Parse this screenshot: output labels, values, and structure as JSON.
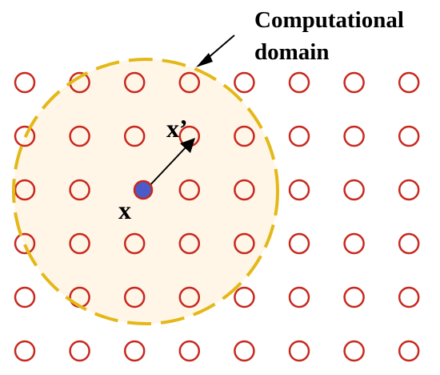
{
  "diagram": {
    "label_domain_line1": "Computational",
    "label_domain_line2": "domain",
    "label_x": "x",
    "label_x_prime": "x’",
    "grid": {
      "columns": 8,
      "rows": 6,
      "node_color": "#c8281e",
      "center_node_fill": "#4b5cc8"
    },
    "domain": {
      "fill_color": "#fff6e8",
      "outline_color": "#e4b817"
    }
  }
}
